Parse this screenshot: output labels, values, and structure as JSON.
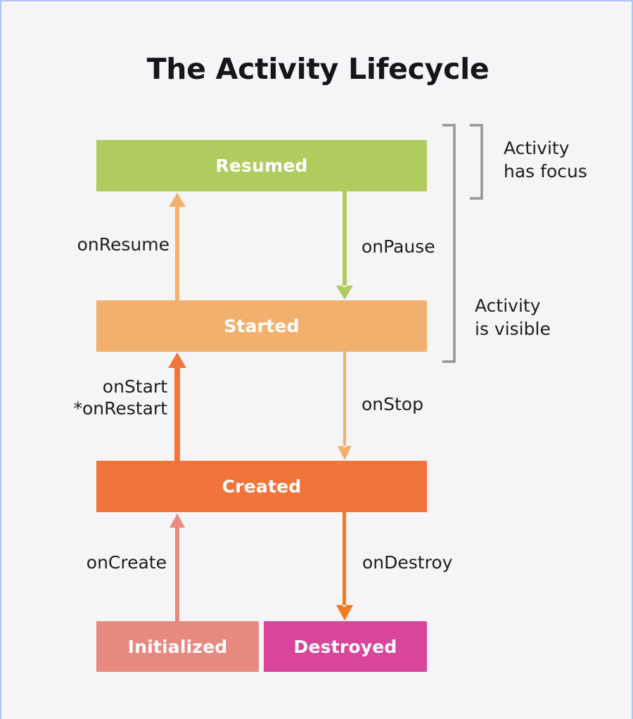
{
  "page": {
    "title": "The Activity Lifecycle",
    "background_color": "#f5f4f7",
    "border_color": "#adc4f5"
  },
  "states": [
    {
      "id": "resumed",
      "label": "Resumed",
      "color": "#b0cb5e",
      "text_color": "#ffffff"
    },
    {
      "id": "started",
      "label": "Started",
      "color": "#f2b06e",
      "text_color": "#ffffff"
    },
    {
      "id": "created",
      "label": "Created",
      "color": "#f1743a",
      "text_color": "#ffffff"
    },
    {
      "id": "initialized",
      "label": "Initialized",
      "color": "#e8897f",
      "text_color": "#ffffff"
    },
    {
      "id": "destroyed",
      "label": "Destroyed",
      "color": "#d9459a",
      "text_color": "#ffffff"
    }
  ],
  "transitions": [
    {
      "id": "onresume",
      "label": "onResume",
      "from": "started",
      "to": "resumed",
      "direction": "up",
      "color": "#f2b06e"
    },
    {
      "id": "onpause",
      "label": "onPause",
      "from": "resumed",
      "to": "started",
      "direction": "down",
      "color": "#b0cb5e"
    },
    {
      "id": "onstart",
      "label": "onStart\n*onRestart",
      "from": "created",
      "to": "started",
      "direction": "up",
      "color": "#f1743a"
    },
    {
      "id": "onstop",
      "label": "onStop",
      "from": "started",
      "to": "created",
      "direction": "down",
      "color": "#f2b06e"
    },
    {
      "id": "oncreate",
      "label": "onCreate",
      "from": "initialized",
      "to": "created",
      "direction": "up",
      "color": "#e8897f"
    },
    {
      "id": "ondestroy",
      "label": "onDestroy",
      "from": "created",
      "to": "destroyed",
      "direction": "down",
      "color": "#f4781f"
    }
  ],
  "annotations": [
    {
      "id": "has-focus",
      "label": "Activity\nhas focus",
      "covers": [
        "resumed"
      ],
      "bracket_color": "#969696"
    },
    {
      "id": "is-visible",
      "label": "Activity\nis visible",
      "covers": [
        "resumed",
        "started"
      ],
      "bracket_color": "#969696"
    }
  ]
}
